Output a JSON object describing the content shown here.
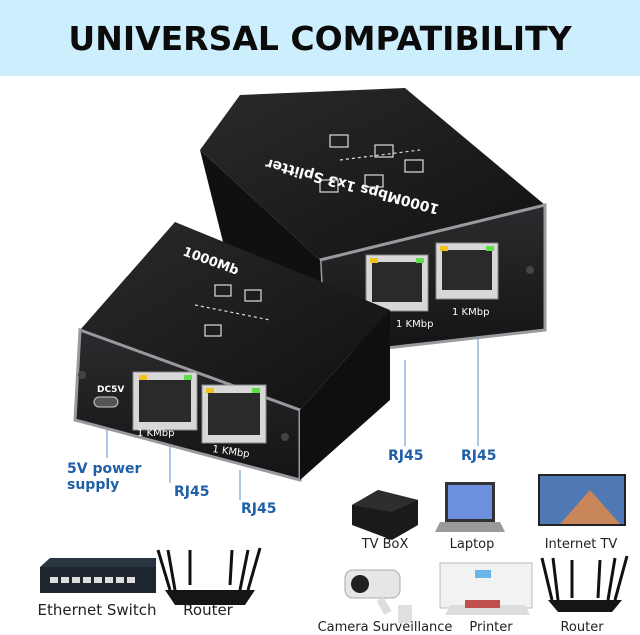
{
  "header": {
    "title": "UNIVERSAL COMPATIBILITY"
  },
  "product": {
    "back_unit_text": "1000Mbps 1x3 Splitter",
    "front_unit_text": "1000Mb",
    "power_port_text": "DC5V",
    "port_speed_label": "1 KMbp"
  },
  "callouts": {
    "power": "5V power supply",
    "rj45": "RJ45"
  },
  "devices": [
    {
      "label": "TV BoX"
    },
    {
      "label": "Laptop"
    },
    {
      "label": "Internet TV"
    },
    {
      "label": "Ethernet Switch"
    },
    {
      "label": "Router"
    },
    {
      "label": "Camera Surveillance"
    },
    {
      "label": "Printer"
    },
    {
      "label": "Router"
    }
  ],
  "colors": {
    "header_bg": "#cdeefc",
    "callout_blue": "#1f5fa8",
    "device_body": "#1c1c1e",
    "led_green": "#5fe04a",
    "led_yellow": "#f2c21b"
  }
}
